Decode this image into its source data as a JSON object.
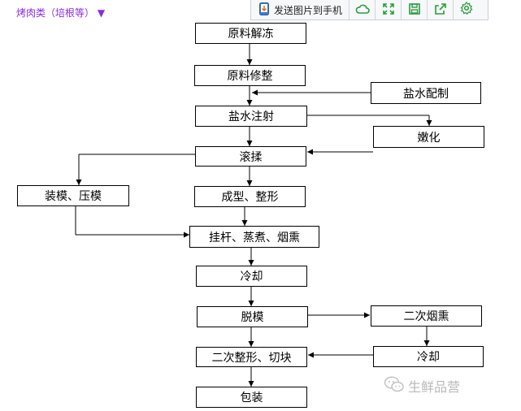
{
  "header": {
    "category": "烤肉类（培根等）",
    "dropdown_icon": "▼"
  },
  "toolbar": {
    "send_label": "发送图片到手机",
    "icons": [
      "phone-icon",
      "cloud-icon",
      "fullscreen-icon",
      "save-icon",
      "share-icon",
      "settings-icon"
    ]
  },
  "flow": {
    "raw_thaw": "原料解冻",
    "raw_trim": "原料修整",
    "brine_prep": "盐水配制",
    "brine_inject": "盐水注射",
    "tenderize": "嫩化",
    "tumble": "滚揉",
    "mold_press": "装模、压模",
    "shaping": "成型、整形",
    "hang_cook_smoke": "挂杆、蒸煮、烟熏",
    "cool1": "冷却",
    "demold": "脱模",
    "second_smoke": "二次烟熏",
    "cool2": "冷却",
    "second_cut": "二次整形、切块",
    "package": "包装"
  },
  "watermark": {
    "text": "生鲜品营"
  },
  "colors": {
    "title": "#8a2be2",
    "line": "#000000",
    "watermark": "#b9b9b9"
  }
}
